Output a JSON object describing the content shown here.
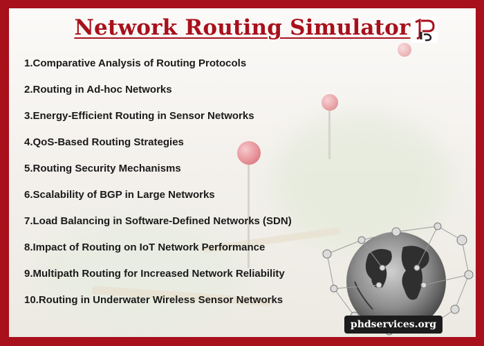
{
  "title": "Network Routing Simulator",
  "topics": [
    "1.Comparative Analysis of Routing Protocols",
    "2.Routing in Ad-hoc Networks",
    "3.Energy-Efficient Routing in Sensor Networks",
    "4.QoS-Based Routing Strategies",
    "5.Routing Security Mechanisms",
    "6.Scalability of BGP in Large Networks",
    "7.Load Balancing in Software-Defined Networks (SDN)",
    "8.Impact of Routing on IoT Network Performance",
    "9.Multipath Routing for Increased Network Reliability",
    "10.Routing in Underwater Wireless Sensor Networks"
  ],
  "badge": "phdservices.org",
  "colors": {
    "brand": "#a8101c",
    "text": "#1a1a1a",
    "badge_bg": "#1c1c1c"
  },
  "icons": {
    "logo": "phd-logo-icon",
    "globe": "network-globe-icon"
  }
}
